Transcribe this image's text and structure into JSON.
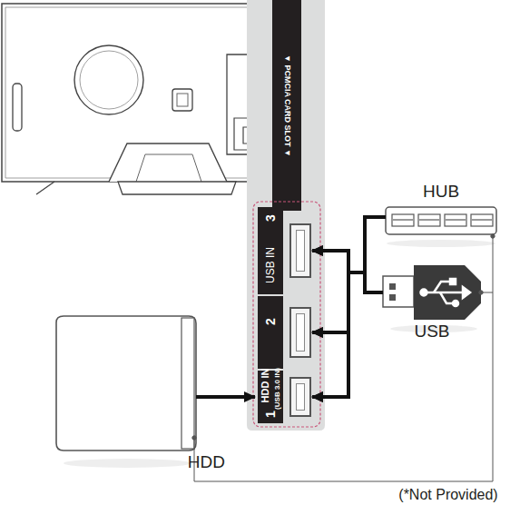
{
  "diagram": {
    "nodes": [
      {
        "text": [
          "HUB"
        ]
      },
      {
        "text": [
          "USB"
        ]
      },
      {
        "text": [
          "HDD"
        ]
      },
      {
        "text": [
          "3"
        ]
      },
      {
        "text": [
          "2"
        ]
      },
      {
        "text": [
          "1"
        ]
      }
    ],
    "edges": [
      {
        "from": 0,
        "to": 3,
        "arrow": "to"
      },
      {
        "from": 0,
        "to": 4,
        "arrow": "to"
      },
      {
        "from": 0,
        "to": 5,
        "arrow": "to"
      },
      {
        "from": 1,
        "to": 3,
        "arrow": "to"
      },
      {
        "from": 1,
        "to": 4,
        "arrow": "to"
      },
      {
        "from": 1,
        "to": 5,
        "arrow": "to"
      },
      {
        "from": 2,
        "to": 5,
        "arrow": "to"
      }
    ],
    "labels": [
      "▼ PCMCIA CARD SLOT ▼",
      "USB IN",
      "HDD IN",
      "(USB 3.0 IN)",
      "(*Not Provided)"
    ]
  }
}
